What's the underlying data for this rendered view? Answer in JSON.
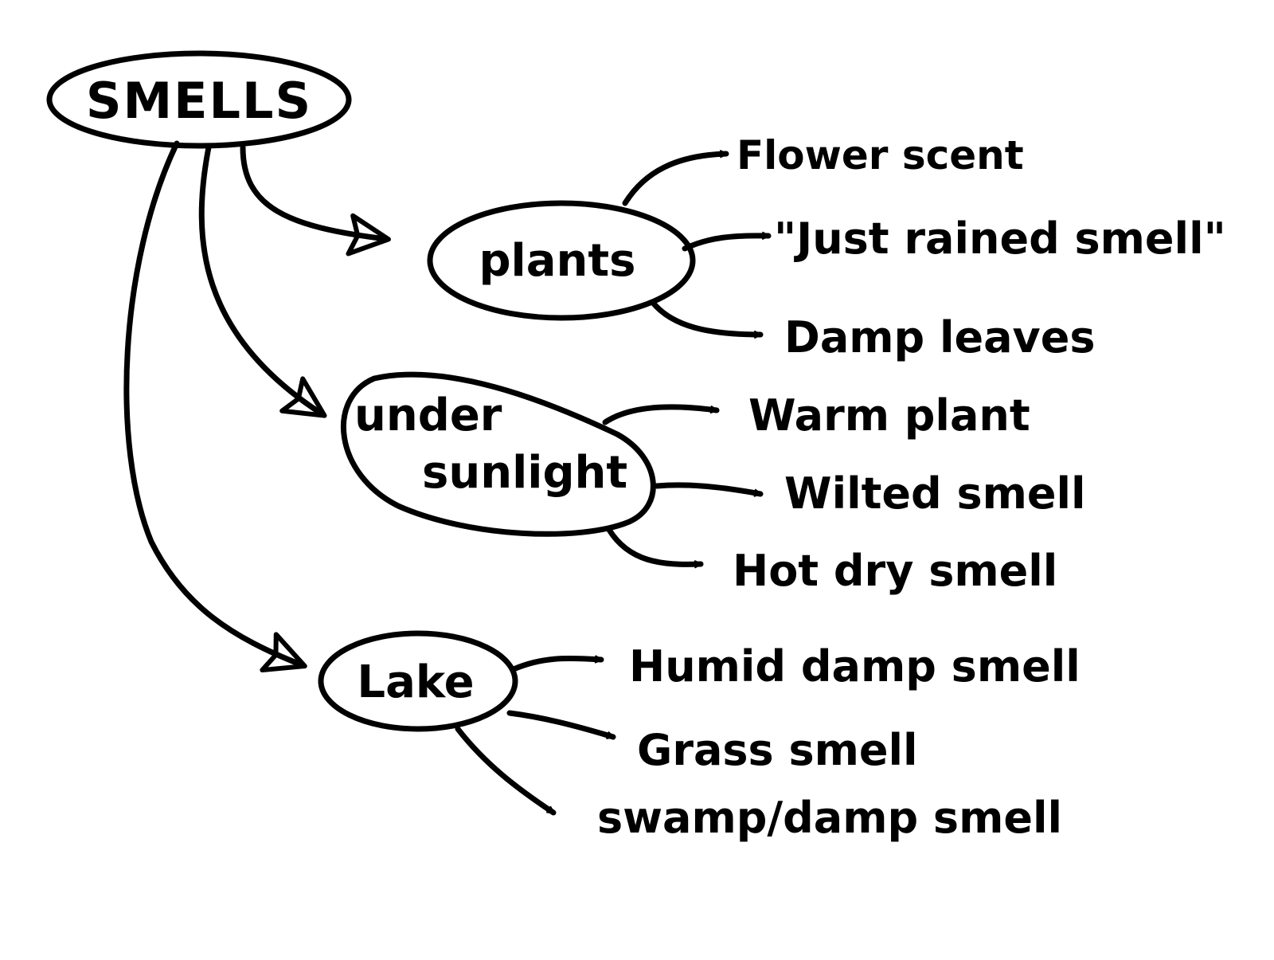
{
  "root": {
    "label": "SMELLS"
  },
  "branches": [
    {
      "label": "plants",
      "children": [
        "Flower scent",
        "\"Just rained smell\"",
        "Damp leaves"
      ]
    },
    {
      "label_line1": "under",
      "label_line2": "sunlight",
      "children": [
        "Warm plant",
        "Wilted smell",
        "Hot dry smell"
      ]
    },
    {
      "label": "Lake",
      "children": [
        "Humid damp smell",
        "Grass smell",
        "swamp/damp smell"
      ]
    }
  ],
  "colors": {
    "ink": "#000000",
    "paper": "#ffffff"
  }
}
